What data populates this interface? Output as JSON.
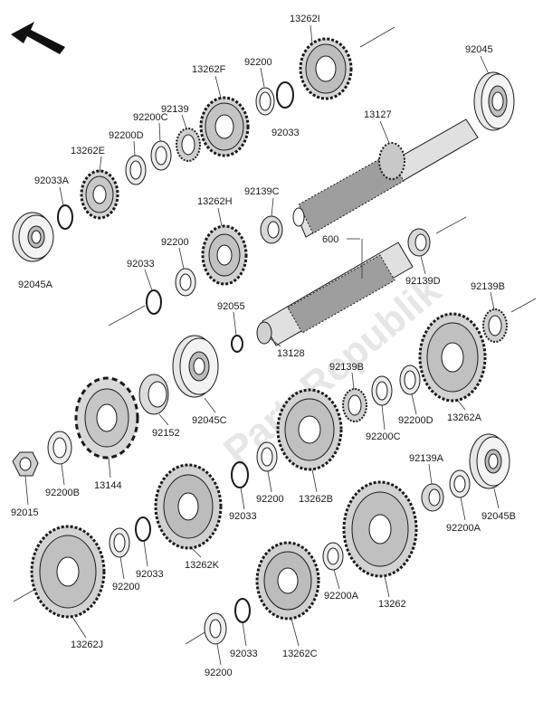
{
  "watermark": "PartsRepublik",
  "labels": {
    "p13262I": "13262I",
    "p92045_top": "92045",
    "p92200_a": "92200",
    "p13262F": "13262F",
    "p92139": "92139",
    "p92200C_a": "92200C",
    "p92200D_a": "92200D",
    "p13262E": "13262E",
    "p92033A": "92033A",
    "p92045A": "92045A",
    "p92033_a": "92033",
    "p13127": "13127",
    "p92139C": "92139C",
    "p13262H": "13262H",
    "p92200_b": "92200",
    "p92033_b": "92033",
    "p600": "600",
    "p92139D": "92139D",
    "p92139B_a": "92139B",
    "p92055": "92055",
    "p13128": "13128",
    "p92139B_b": "92139B",
    "p92045C": "92045C",
    "p92152": "92152",
    "p92200C_b": "92200C",
    "p92200D_b": "92200D",
    "p13262A": "13262A",
    "p13144": "13144",
    "p92200B": "92200B",
    "p92015": "92015",
    "p13262B": "13262B",
    "p92200_c": "92200",
    "p92033_c": "92033",
    "p92139A": "92139A",
    "p92045B": "92045B",
    "p92200A_a": "92200A",
    "p13262K": "13262K",
    "p92200_d": "92200",
    "p92033_d": "92033",
    "p92200A_b": "92200A",
    "p13262": "13262",
    "p13262J": "13262J",
    "p92033_e": "92033",
    "p13262C": "13262C",
    "p92200_e": "92200"
  }
}
